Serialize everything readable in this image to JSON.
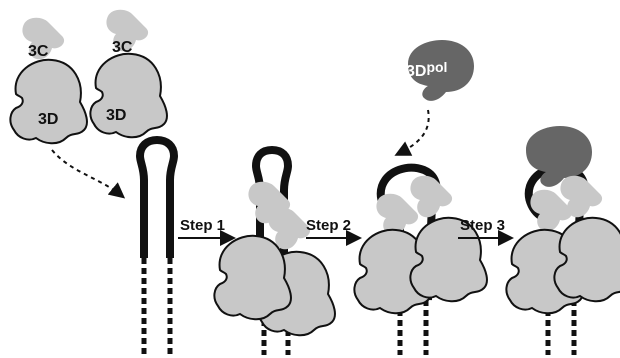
{
  "labels": {
    "protein_3c": "3C",
    "protein_3d": "3D",
    "polymerase_3d": "3D",
    "polymerase_suffix": "pol"
  },
  "steps": [
    "Step 1",
    "Step 2",
    "Step 3"
  ],
  "colors": {
    "protein_light": "#c8c8c8",
    "protein_dark": "#666666",
    "rna": "#111111"
  }
}
